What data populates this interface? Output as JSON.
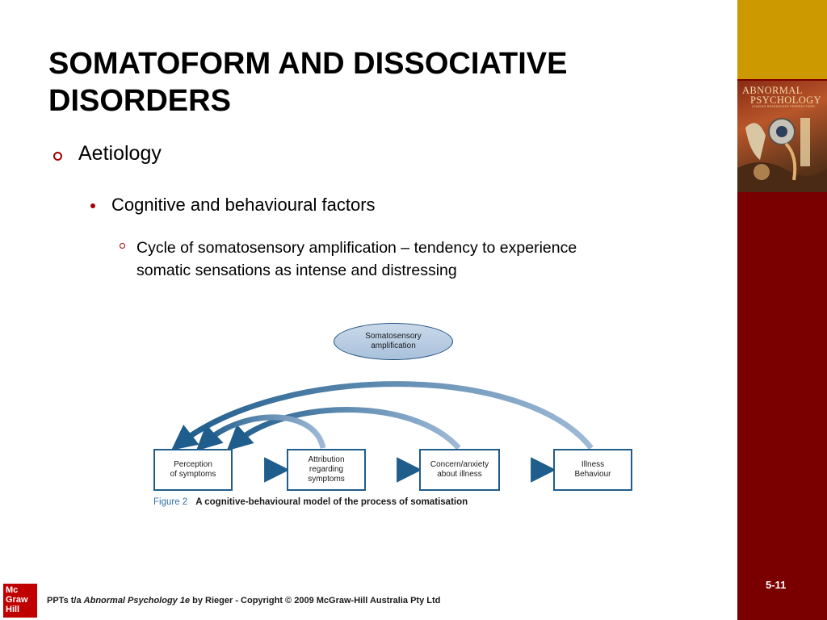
{
  "slide": {
    "title_line1": "SOMATOFORM AND DISSOCIATIVE",
    "title_line2": "DISORDERS",
    "bullet1": "Aetiology",
    "bullet2": "Cognitive and behavioural factors",
    "bullet3_line1": "Cycle of somatosensory amplification – tendency to experience",
    "bullet3_line2": "somatic sensations as intense and distressing",
    "page_number": "5-11"
  },
  "book_cover": {
    "title_line1": "ABNORMAL",
    "title_line2": "PSYCHOLOGY",
    "subtitle": "LEADING RESEARCHER PERSPECTIVES"
  },
  "diagram": {
    "top_node_line1": "Somatosensory",
    "top_node_line2": "amplification",
    "nodes": [
      {
        "line1": "Perception",
        "line2": "of symptoms",
        "line3": ""
      },
      {
        "line1": "Attribution",
        "line2": "regarding",
        "line3": "symptoms"
      },
      {
        "line1": "Concern/anxiety",
        "line2": "about illness",
        "line3": ""
      },
      {
        "line1": "Illness",
        "line2": "Behaviour",
        "line3": ""
      }
    ],
    "caption_label": "Figure 2",
    "caption_text": "A cognitive-behavioural model of the process of somatisation",
    "colors": {
      "box_border": "#1f5d8c",
      "arrow": "#1f5d8c",
      "ellipse_fill": "#b7cbe2"
    }
  },
  "footer": {
    "logo_line1": "Mc",
    "logo_line2": "Graw",
    "logo_line3": "Hill",
    "text_prefix": "PPTs t/a ",
    "book_title": "Abnormal Psychology 1e",
    "text_suffix": " by Rieger - Copyright © 2009 McGraw-Hill Australia Pty Ltd"
  },
  "colors": {
    "band_gold": "#cc9900",
    "band_red": "#7a0000",
    "bullet_red": "#a00000",
    "logo_red": "#c00000"
  }
}
